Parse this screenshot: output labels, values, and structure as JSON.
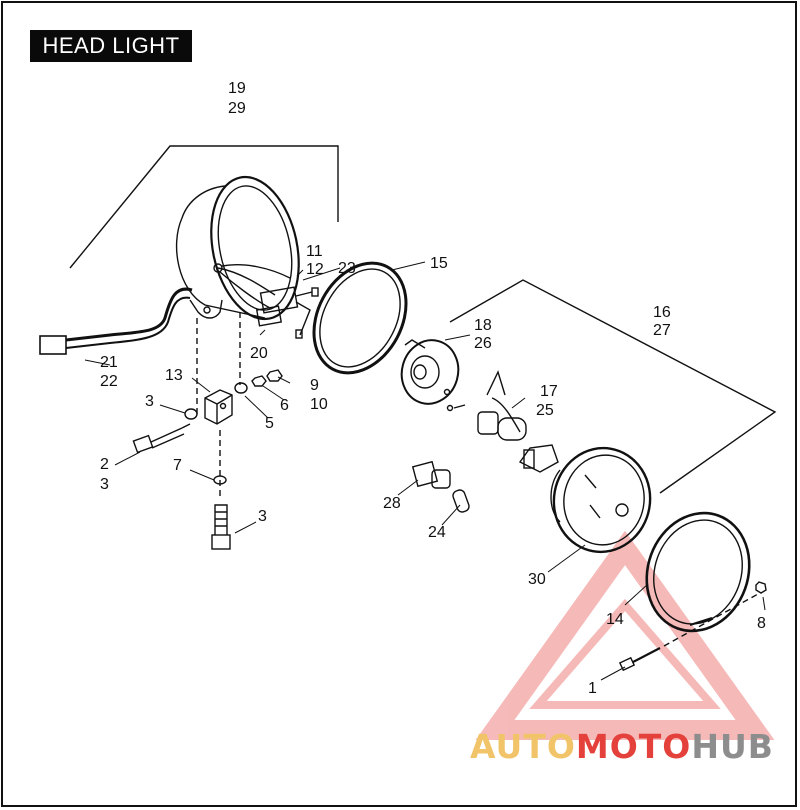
{
  "title": "HEAD LIGHT",
  "watermark": "AUTOMOTOHUB",
  "callouts": [
    {
      "id": "c19",
      "label": "19"
    },
    {
      "id": "c29",
      "label": "29"
    },
    {
      "id": "c11",
      "label": "11"
    },
    {
      "id": "c12",
      "label": "12"
    },
    {
      "id": "c23",
      "label": "23"
    },
    {
      "id": "c15",
      "label": "15"
    },
    {
      "id": "c16",
      "label": "16"
    },
    {
      "id": "c27",
      "label": "27"
    },
    {
      "id": "c18",
      "label": "18"
    },
    {
      "id": "c26",
      "label": "26"
    },
    {
      "id": "c21",
      "label": "21"
    },
    {
      "id": "c22",
      "label": "22"
    },
    {
      "id": "c20",
      "label": "20"
    },
    {
      "id": "c13",
      "label": "13"
    },
    {
      "id": "c9",
      "label": "9"
    },
    {
      "id": "c10",
      "label": "10"
    },
    {
      "id": "c17",
      "label": "17"
    },
    {
      "id": "c25",
      "label": "25"
    },
    {
      "id": "c3a",
      "label": "3"
    },
    {
      "id": "c6",
      "label": "6"
    },
    {
      "id": "c5",
      "label": "5"
    },
    {
      "id": "c2",
      "label": "2"
    },
    {
      "id": "c3b",
      "label": "3"
    },
    {
      "id": "c7",
      "label": "7"
    },
    {
      "id": "c28",
      "label": "28"
    },
    {
      "id": "c24",
      "label": "24"
    },
    {
      "id": "c3c",
      "label": "3"
    },
    {
      "id": "c30",
      "label": "30"
    },
    {
      "id": "c14",
      "label": "14"
    },
    {
      "id": "c8",
      "label": "8"
    },
    {
      "id": "c1",
      "label": "1"
    }
  ]
}
